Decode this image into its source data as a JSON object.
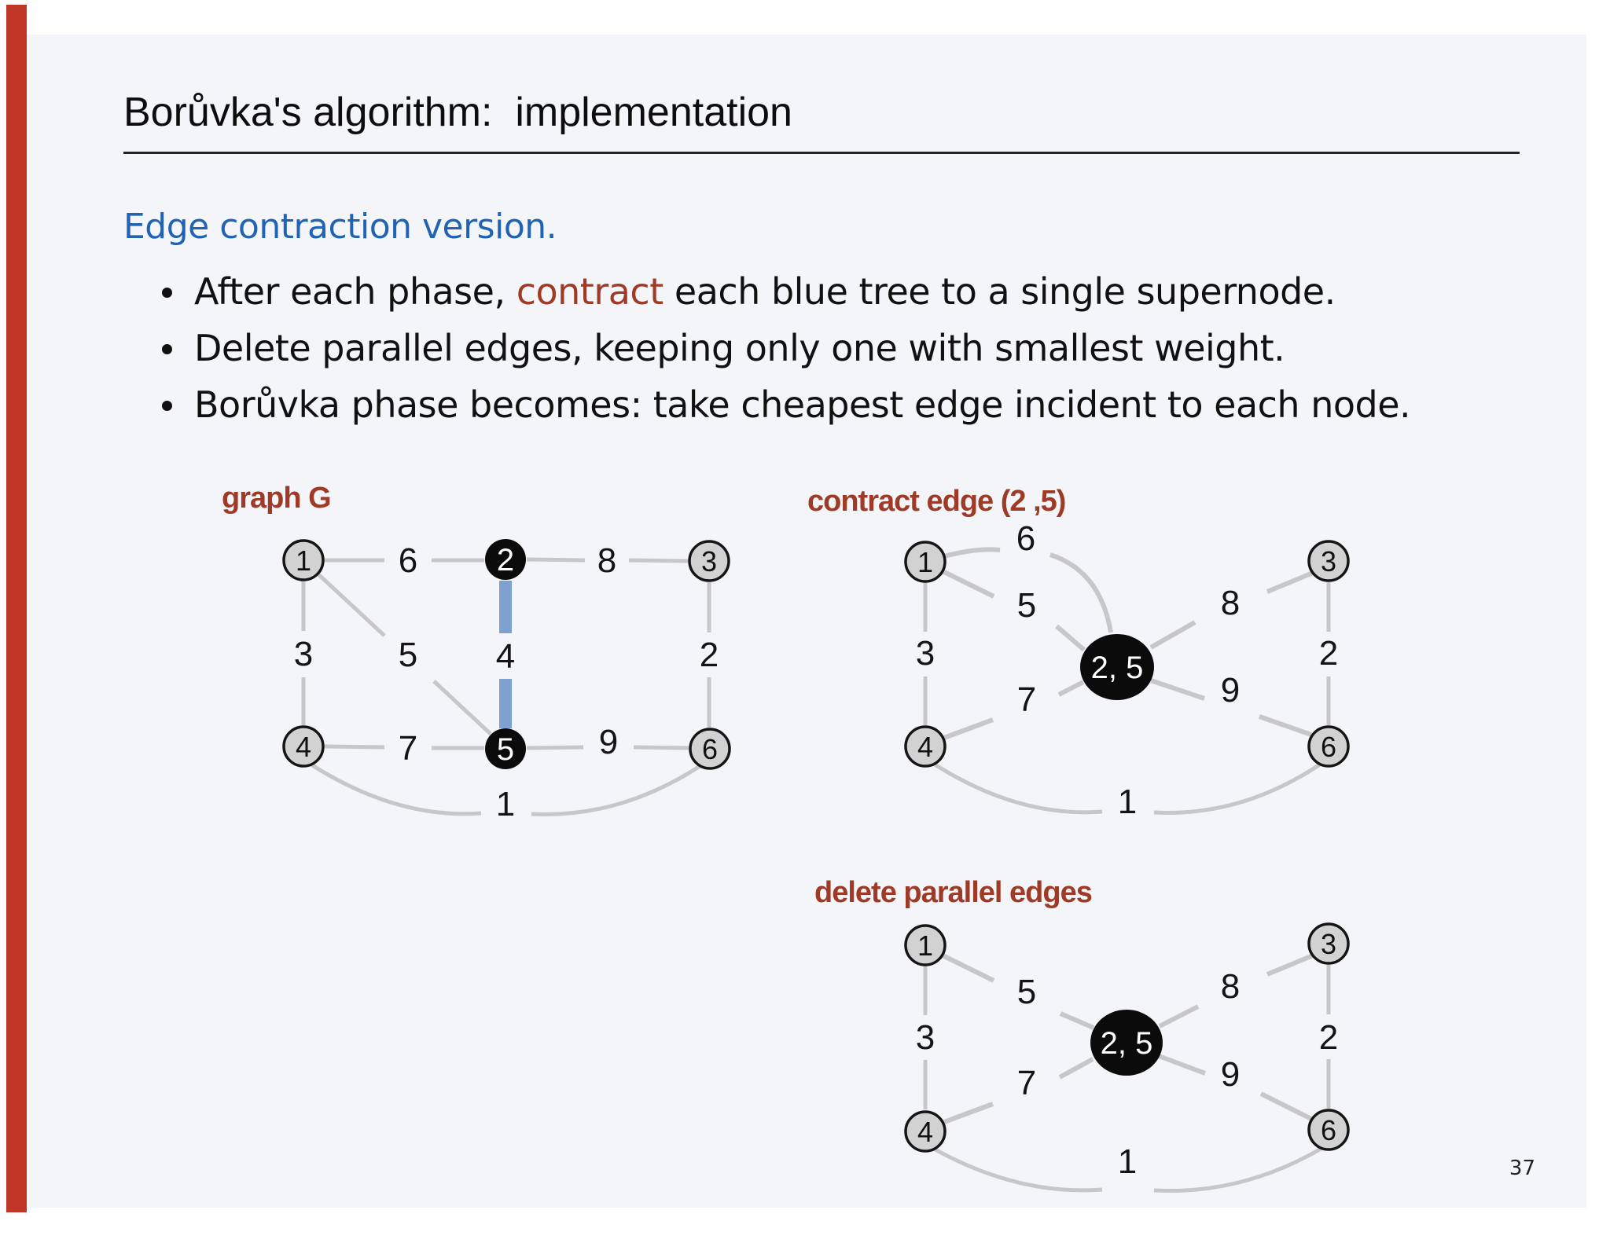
{
  "title": "Borůvka's algorithm:  implementation",
  "heading": "Edge contraction version.",
  "bullets": [
    {
      "pre": "After each phase, ",
      "highlight": "contract",
      "post": " each blue tree to a single supernode."
    },
    {
      "text": "Delete parallel edges, keeping only one with smallest weight."
    },
    {
      "text": "Borůvka phase becomes: take cheapest edge incident to each node."
    }
  ],
  "page_number": "37",
  "colors": {
    "slide_background": "#f3f5f9",
    "accent_red": "#9e3a26",
    "heading_blue": "#2063b4",
    "edge_gray": "#c7c7c9",
    "blue_tree_edge": "#7da2d0",
    "node_fill_gray": "#d2d2d2",
    "node_fill_black": "#0b0b0b",
    "left_bar_red": "#bf3626"
  },
  "diagrams": {
    "graph_g": {
      "caption": "graph G",
      "node_labels": {
        "n1": "1",
        "n2": "2",
        "n3": "3",
        "n4": "4",
        "n5": "5",
        "n6": "6"
      },
      "dark_nodes": [
        "2",
        "5"
      ],
      "blue_edge": {
        "from": "2",
        "to": "5",
        "weight": "4"
      },
      "edges": [
        {
          "from": "1",
          "to": "2",
          "weight": "6"
        },
        {
          "from": "2",
          "to": "3",
          "weight": "8"
        },
        {
          "from": "1",
          "to": "4",
          "weight": "3"
        },
        {
          "from": "1",
          "to": "5",
          "weight": "5"
        },
        {
          "from": "2",
          "to": "5",
          "weight": "4"
        },
        {
          "from": "3",
          "to": "6",
          "weight": "2"
        },
        {
          "from": "4",
          "to": "5",
          "weight": "7"
        },
        {
          "from": "5",
          "to": "6",
          "weight": "9"
        },
        {
          "from": "4",
          "to": "6",
          "weight": "1"
        }
      ],
      "edge_weights": {
        "w12": "6",
        "w23": "8",
        "w14": "3",
        "w15": "5",
        "w25": "4",
        "w36": "2",
        "w45": "7",
        "w56": "9",
        "w46": "1"
      }
    },
    "contract": {
      "caption": "contract edge (2 ,5)",
      "supernode_label": "2, 5",
      "node_labels": {
        "n1": "1",
        "n3": "3",
        "n4": "4",
        "n6": "6"
      },
      "edges": [
        {
          "from": "1",
          "to": "2, 5",
          "weight": "6"
        },
        {
          "from": "1",
          "to": "2, 5",
          "weight": "5"
        },
        {
          "from": "3",
          "to": "2, 5",
          "weight": "8"
        },
        {
          "from": "1",
          "to": "4",
          "weight": "3"
        },
        {
          "from": "3",
          "to": "6",
          "weight": "2"
        },
        {
          "from": "4",
          "to": "2, 5",
          "weight": "7"
        },
        {
          "from": "2, 5",
          "to": "6",
          "weight": "9"
        },
        {
          "from": "4",
          "to": "6",
          "weight": "1"
        }
      ],
      "edge_weights": {
        "w6": "6",
        "w5": "5",
        "w8": "8",
        "w3": "3",
        "w2": "2",
        "w7": "7",
        "w9": "9",
        "w1": "1"
      }
    },
    "delete": {
      "caption": "delete parallel edges",
      "supernode_label": "2, 5",
      "node_labels": {
        "n1": "1",
        "n3": "3",
        "n4": "4",
        "n6": "6"
      },
      "edges": [
        {
          "from": "1",
          "to": "2, 5",
          "weight": "5"
        },
        {
          "from": "3",
          "to": "2, 5",
          "weight": "8"
        },
        {
          "from": "1",
          "to": "4",
          "weight": "3"
        },
        {
          "from": "3",
          "to": "6",
          "weight": "2"
        },
        {
          "from": "4",
          "to": "2, 5",
          "weight": "7"
        },
        {
          "from": "2, 5",
          "to": "6",
          "weight": "9"
        },
        {
          "from": "4",
          "to": "6",
          "weight": "1"
        }
      ],
      "edge_weights": {
        "w5": "5",
        "w8": "8",
        "w3": "3",
        "w2": "2",
        "w7": "7",
        "w9": "9",
        "w1": "1"
      }
    }
  }
}
